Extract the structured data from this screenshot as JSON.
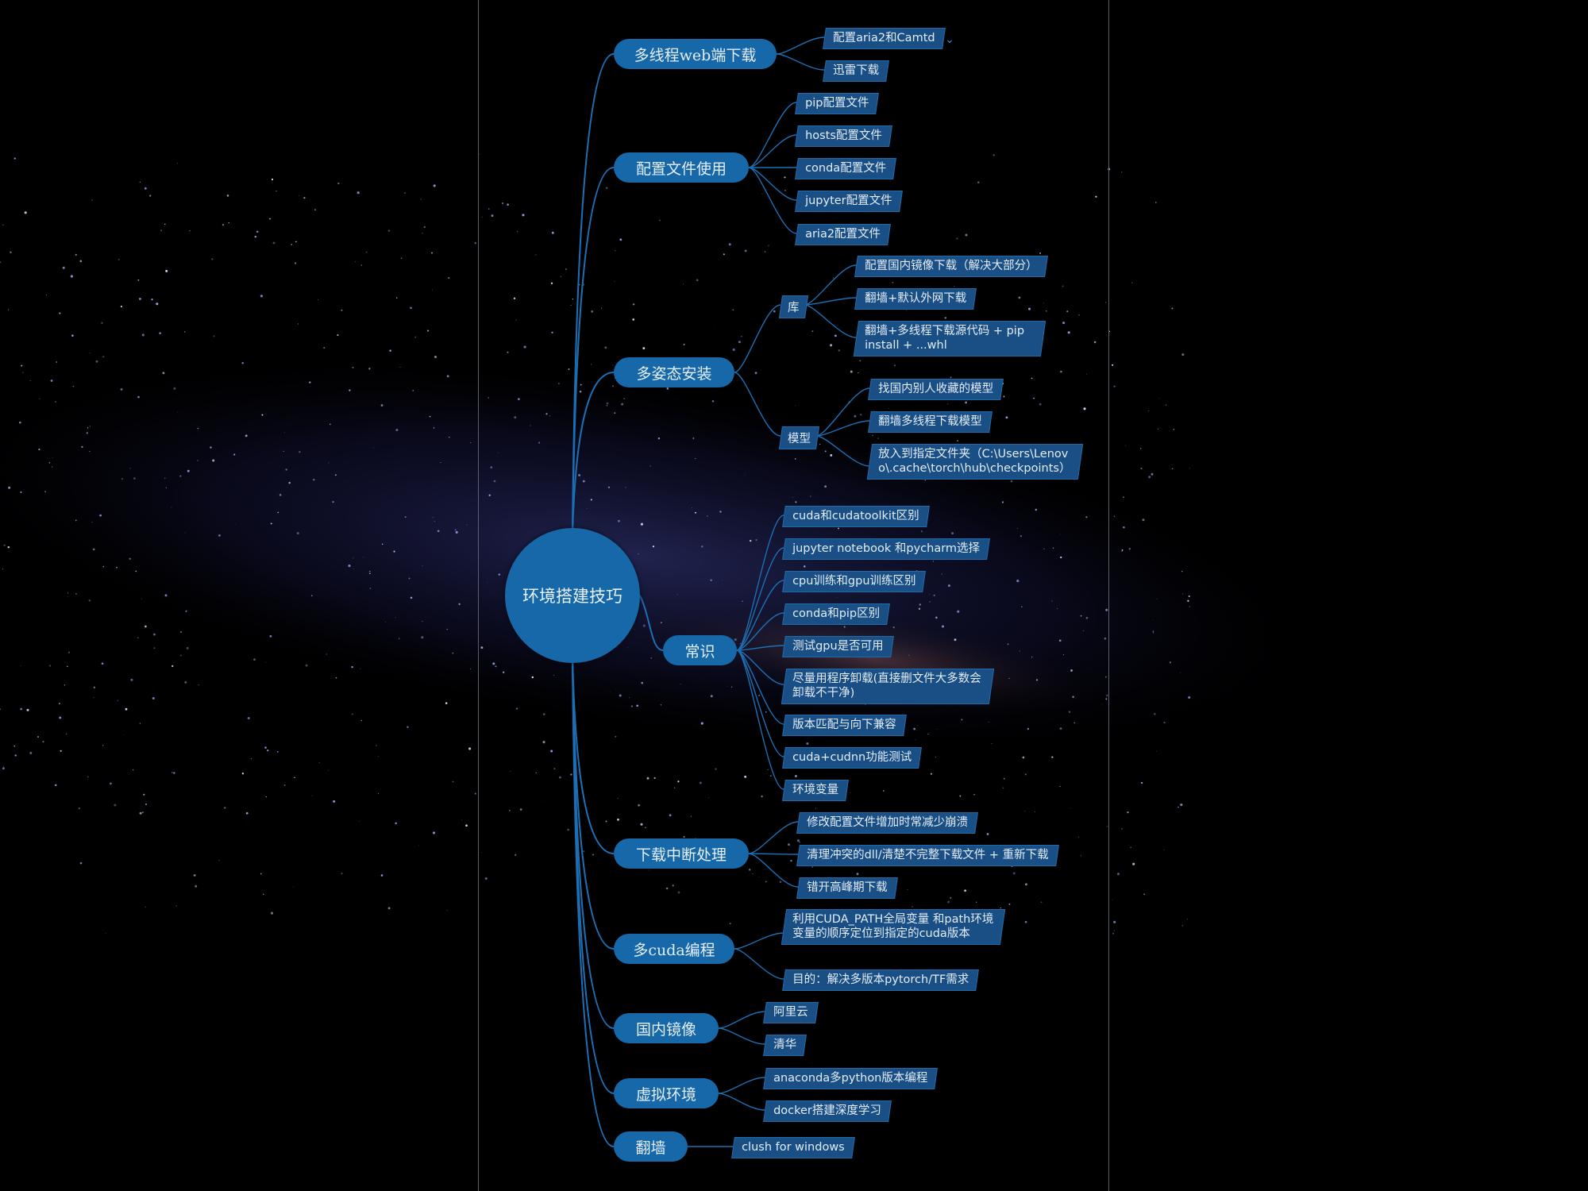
{
  "root": {
    "label": "环境搭建技巧"
  },
  "branches": [
    {
      "label": "多线程web端下载",
      "children": [
        "配置aria2和Camtd",
        "迅雷下载"
      ]
    },
    {
      "label": "配置文件使用",
      "children": [
        "pip配置文件",
        "hosts配置文件",
        "conda配置文件",
        "jupyter配置文件",
        "aria2配置文件"
      ]
    },
    {
      "label": "多姿态安装",
      "subgroups": [
        {
          "label": "库",
          "children": [
            "配置国内镜像下载（解决大部分）",
            "翻墙+默认外网下载",
            "翻墙+多线程下载源代码 + pip install + ...whl"
          ]
        },
        {
          "label": "模型",
          "children": [
            "找国内别人收藏的模型",
            "翻墙多线程下载模型",
            "放入到指定文件夹（C:\\Users\\Lenovo\\.cache\\torch\\hub\\checkpoints）"
          ]
        }
      ]
    },
    {
      "label": "常识",
      "children": [
        "cuda和cudatoolkit区别",
        "jupyter notebook 和pycharm选择",
        "cpu训练和gpu训练区别",
        "conda和pip区别",
        "测试gpu是否可用",
        "尽量用程序卸载(直接删文件大多数会卸载不干净)",
        "版本匹配与向下兼容",
        "cuda+cudnn功能测试",
        "环境变量"
      ]
    },
    {
      "label": "下载中断处理",
      "children": [
        "修改配置文件增加时常减少崩溃",
        "清理冲突的dll/清楚不完整下载文件 + 重新下载",
        "错开高峰期下载"
      ]
    },
    {
      "label": "多cuda编程",
      "children": [
        "利用CUDA_PATH全局变量 和path环境变量的顺序定位到指定的cuda版本",
        "目的：解决多版本pytorch/TF需求"
      ]
    },
    {
      "label": "国内镜像",
      "children": [
        "阿里云",
        "清华"
      ]
    },
    {
      "label": "虚拟环境",
      "children": [
        "anaconda多python版本编程",
        "docker搭建深度学习"
      ]
    },
    {
      "label": "翻墙",
      "children": [
        "clush for windows"
      ]
    }
  ],
  "colors": {
    "branch_fill": "#1668a8",
    "leaf_fill": "#1a4f86",
    "line": "#1d6fb4",
    "background": "#000000"
  }
}
